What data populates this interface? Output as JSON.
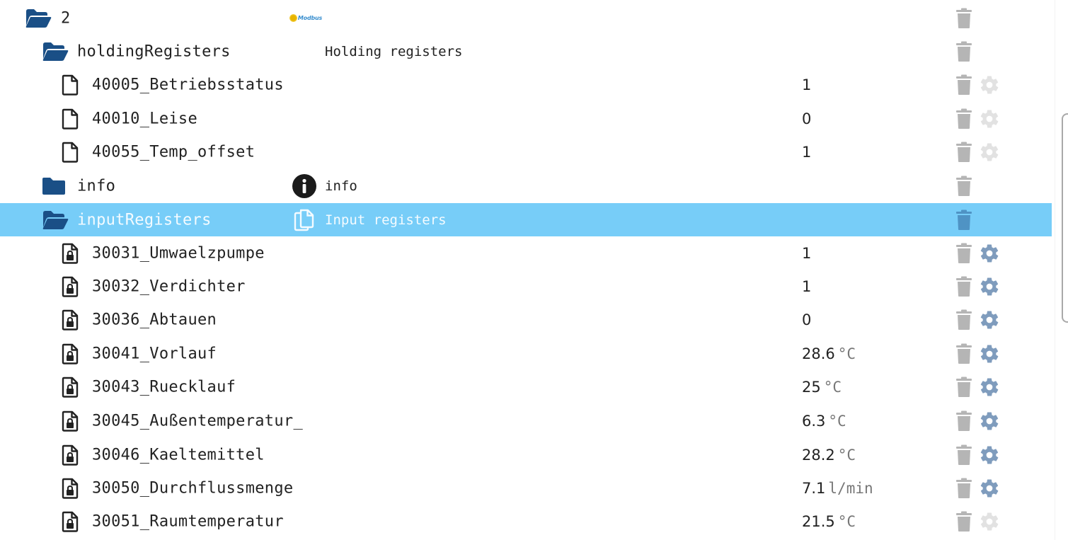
{
  "colors": {
    "folder": "#1a4f86",
    "selected_row": "#77cdf8",
    "trash": "#b5b5b5",
    "trash_selected": "#4f93c4",
    "gear_active": "#7f9cbd",
    "gear_inactive": "#e2e2e2",
    "unit_text": "#777777"
  },
  "tree": {
    "rows": [
      {
        "id": "2",
        "name": "2",
        "type": "folder-open",
        "level": 0,
        "desc_icon": "modbus-logo",
        "desc_icon_text": "Modbus",
        "desc": "",
        "value": "",
        "unit": "",
        "gear": "none",
        "selected": false
      },
      {
        "id": "holdingRegisters",
        "name": "holdingRegisters",
        "type": "folder-open",
        "level": 1,
        "desc_icon": "",
        "desc": "Holding registers",
        "value": "",
        "unit": "",
        "gear": "none",
        "selected": false
      },
      {
        "id": "40005",
        "name": "40005_Betriebsstatus",
        "type": "file",
        "level": 2,
        "desc": "",
        "value": "1",
        "unit": "",
        "gear": "inactive",
        "selected": false
      },
      {
        "id": "40010",
        "name": "40010_Leise",
        "type": "file",
        "level": 2,
        "desc": "",
        "value": "0",
        "unit": "",
        "gear": "inactive",
        "selected": false
      },
      {
        "id": "40055",
        "name": "40055_Temp_offset",
        "type": "file",
        "level": 2,
        "desc": "",
        "value": "1",
        "unit": "",
        "gear": "inactive",
        "selected": false
      },
      {
        "id": "info",
        "name": "info",
        "type": "folder-closed",
        "level": 1,
        "desc_icon": "info-circle",
        "desc": "info",
        "value": "",
        "unit": "",
        "gear": "none",
        "selected": false
      },
      {
        "id": "inputRegisters",
        "name": "inputRegisters",
        "type": "folder-open",
        "level": 1,
        "desc_icon": "copy",
        "desc": "Input registers",
        "value": "",
        "unit": "",
        "gear": "none",
        "selected": true
      },
      {
        "id": "30031",
        "name": "30031_Umwaelzpumpe",
        "type": "file-locked",
        "level": 2,
        "desc": "",
        "value": "1",
        "unit": "",
        "gear": "active",
        "selected": false
      },
      {
        "id": "30032",
        "name": "30032_Verdichter",
        "type": "file-locked",
        "level": 2,
        "desc": "",
        "value": "1",
        "unit": "",
        "gear": "active",
        "selected": false
      },
      {
        "id": "30036",
        "name": "30036_Abtauen",
        "type": "file-locked",
        "level": 2,
        "desc": "",
        "value": "0",
        "unit": "",
        "gear": "active",
        "selected": false
      },
      {
        "id": "30041",
        "name": "30041_Vorlauf",
        "type": "file-locked",
        "level": 2,
        "desc": "",
        "value": "28.6",
        "unit": "°C",
        "gear": "active",
        "selected": false
      },
      {
        "id": "30043",
        "name": "30043_Ruecklauf",
        "type": "file-locked",
        "level": 2,
        "desc": "",
        "value": "25",
        "unit": "°C",
        "gear": "active",
        "selected": false
      },
      {
        "id": "30045",
        "name": "30045_Außentemperatur_",
        "type": "file-locked",
        "level": 2,
        "desc": "",
        "value": "6.3",
        "unit": "°C",
        "gear": "active",
        "selected": false
      },
      {
        "id": "30046",
        "name": "30046_Kaeltemittel",
        "type": "file-locked",
        "level": 2,
        "desc": "",
        "value": "28.2",
        "unit": "°C",
        "gear": "active",
        "selected": false
      },
      {
        "id": "30050",
        "name": "30050_Durchflussmenge",
        "type": "file-locked",
        "level": 2,
        "desc": "",
        "value": "7.1",
        "unit": "l/min",
        "gear": "active",
        "selected": false
      },
      {
        "id": "30051",
        "name": "30051_Raumtemperatur",
        "type": "file-locked",
        "level": 2,
        "desc": "",
        "value": "21.5",
        "unit": "°C",
        "gear": "inactive",
        "selected": false
      }
    ]
  }
}
